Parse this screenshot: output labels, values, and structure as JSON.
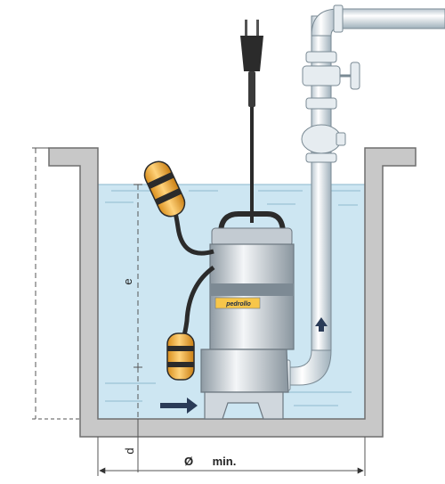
{
  "diagram": {
    "labels": {
      "e": "e",
      "d": "d",
      "diameter_symbol": "Ø",
      "min": "min.",
      "brand": "pedrollo"
    },
    "colors": {
      "water": "#cde6f2",
      "wall": "#c8c8c8",
      "wall_outline": "#6f6f6f",
      "float": "#f2b33a",
      "float_dark": "#2b2b2b",
      "pipe": "#eef3f6",
      "pipe_outline": "#7a8a94",
      "motor": "#d8dde2",
      "flow_arrow": "#2a3b57"
    }
  }
}
